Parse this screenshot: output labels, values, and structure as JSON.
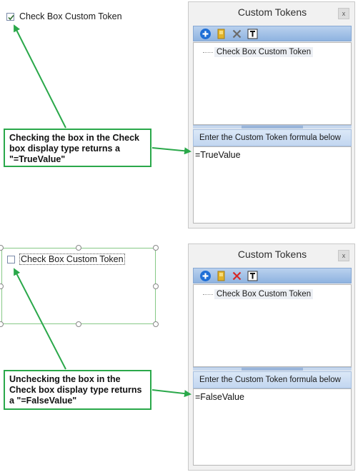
{
  "top_example": {
    "checkbox_label": "Check Box Custom Token",
    "checked": true,
    "callout": "Checking the box in the Check box display type returns a \"=TrueValue\"",
    "panel": {
      "title": "Custom Tokens",
      "close_label": "x",
      "tree_item": "Check Box Custom Token",
      "formula_header": "Enter the Custom Token formula below",
      "formula_value": "=TrueValue"
    }
  },
  "bottom_example": {
    "checkbox_label": "Check Box Custom Token",
    "checked": false,
    "callout": "Unchecking the box in the Check box display type returns a \"=FalseValue\"",
    "panel": {
      "title": "Custom Tokens",
      "close_label": "x",
      "tree_item": "Check Box Custom Token",
      "formula_header": "Enter the Custom Token formula below",
      "formula_value": "=FalseValue"
    }
  },
  "colors": {
    "callout_border": "#2aa84a",
    "arrow": "#2aa84a",
    "add_icon": "#1f6fd6",
    "delete_icon_active": "#d62828",
    "delete_icon_inactive": "#6b6b6b",
    "token_icon": "#e2b32a"
  },
  "icons": [
    "add-icon",
    "custom-token-icon",
    "delete-icon",
    "text-token-icon",
    "checkmark-icon",
    "close-icon"
  ]
}
